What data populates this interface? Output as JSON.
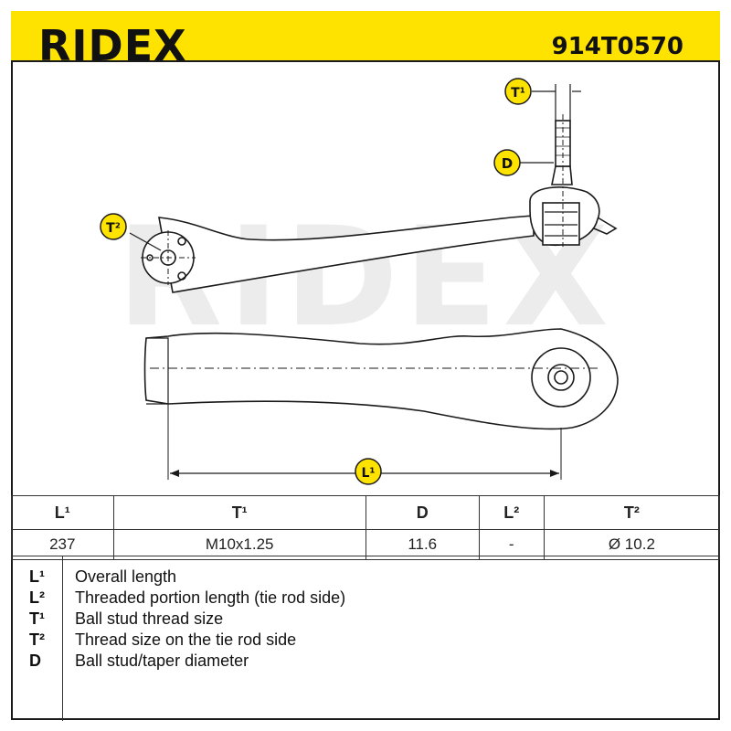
{
  "header": {
    "brand": "RIDEX",
    "part_number": "914T0570"
  },
  "drawing": {
    "watermark": "RIDEX",
    "labels": {
      "t1": "T¹",
      "d": "D",
      "t2": "T²",
      "l1": "L¹"
    }
  },
  "table": {
    "headers": [
      "L¹",
      "T¹",
      "D",
      "L²",
      "T²"
    ],
    "values": [
      "237",
      "M10x1.25",
      "11.6",
      "-",
      "Ø 10.2"
    ]
  },
  "legend": [
    {
      "key": "L¹",
      "text": "Overall length"
    },
    {
      "key": "L²",
      "text": "Threaded portion length (tie rod side)"
    },
    {
      "key": "T¹",
      "text": "Ball stud thread size"
    },
    {
      "key": "T²",
      "text": "Thread size on the tie rod side"
    },
    {
      "key": "D",
      "text": "Ball stud/taper diameter"
    }
  ],
  "colors": {
    "accent": "#ffe300",
    "line": "#1a1a1a",
    "watermark": "#ececec"
  }
}
